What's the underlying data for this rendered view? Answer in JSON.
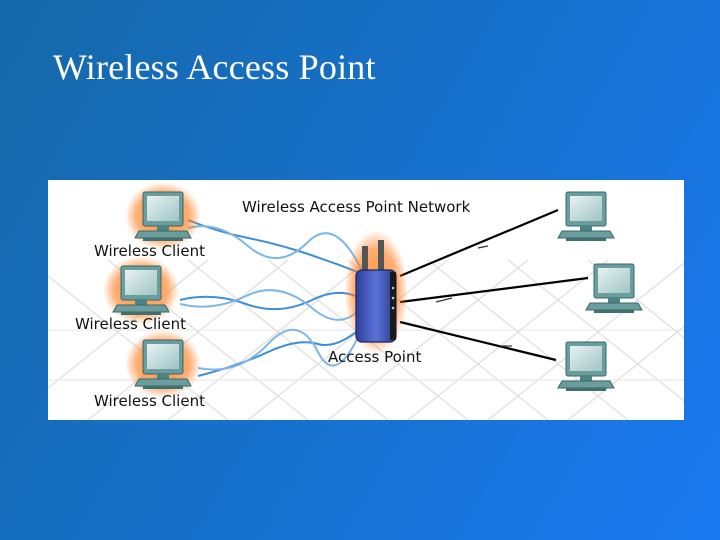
{
  "slide": {
    "title": "Wireless Access Point"
  },
  "diagram": {
    "title": "Wireless Access Point Network",
    "access_point_label": "Access Point",
    "clients": [
      {
        "label": "Wireless Client"
      },
      {
        "label": "Wireless Client"
      },
      {
        "label": "Wireless Client"
      }
    ],
    "wired_computers": 3
  },
  "colors": {
    "background_left": "#1568a8",
    "background_right": "#1a78f0",
    "client_glow": "#ff7a1a",
    "wave_blue": "#3c8fd8",
    "computer_teal": "#5f9a9a"
  },
  "icons": [
    "monitor-icon",
    "access-point-icon",
    "wireless-wave-icon"
  ]
}
